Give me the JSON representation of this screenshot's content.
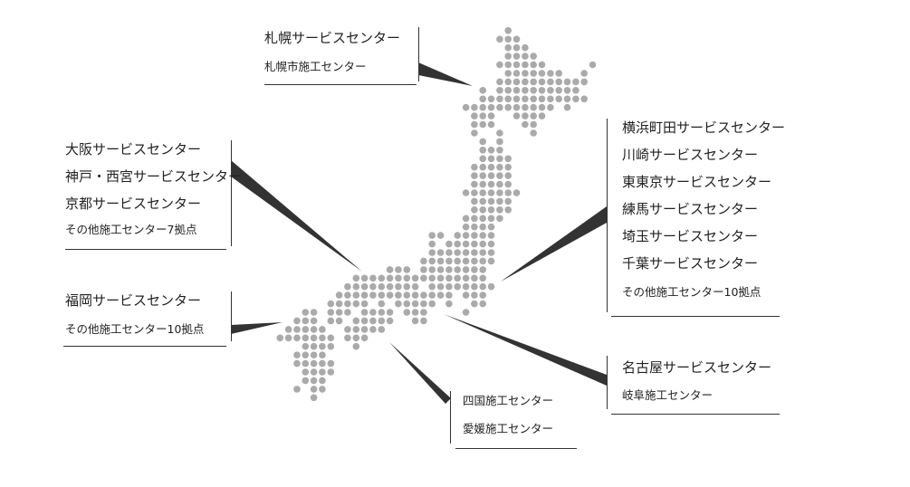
{
  "map": {
    "dot_color": "#aaaaaa",
    "leader_color": "#333333",
    "dot_rows": [
      {
        "r": -16,
        "cols": [
          [
            27,
            27
          ]
        ]
      },
      {
        "r": -15,
        "cols": [
          [
            26,
            28
          ]
        ]
      },
      {
        "r": -14,
        "cols": [
          [
            27,
            29
          ]
        ]
      },
      {
        "r": -13,
        "cols": [
          [
            27,
            30
          ]
        ]
      },
      {
        "r": -12,
        "cols": [
          [
            26,
            31
          ],
          [
            37,
            37
          ]
        ]
      },
      {
        "r": -11,
        "cols": [
          [
            27,
            33
          ],
          [
            36,
            36
          ]
        ]
      },
      {
        "r": -10,
        "cols": [
          [
            26,
            36
          ]
        ]
      },
      {
        "r": -9,
        "cols": [
          [
            24,
            24
          ],
          [
            26,
            35
          ]
        ]
      },
      {
        "r": -8,
        "cols": [
          [
            24,
            36
          ]
        ]
      },
      {
        "r": -7,
        "cols": [
          [
            22,
            32
          ],
          [
            34,
            34
          ]
        ]
      },
      {
        "r": -6,
        "cols": [
          [
            23,
            25
          ],
          [
            28,
            31
          ]
        ]
      },
      {
        "r": -5,
        "cols": [
          [
            23,
            25
          ],
          [
            29,
            30
          ]
        ]
      },
      {
        "r": -4,
        "cols": [
          [
            23,
            23
          ],
          [
            26,
            26
          ],
          [
            30,
            30
          ]
        ]
      },
      {
        "r": -3,
        "cols": [
          [
            24,
            24
          ],
          [
            26,
            26
          ]
        ]
      },
      {
        "r": -2,
        "cols": [
          [
            24,
            26
          ]
        ]
      },
      {
        "r": -1,
        "cols": [
          [
            24,
            27
          ]
        ]
      },
      {
        "r": 0,
        "cols": [
          [
            23,
            27
          ]
        ]
      },
      {
        "r": 1,
        "cols": [
          [
            23,
            27
          ]
        ]
      },
      {
        "r": 2,
        "cols": [
          [
            23,
            27
          ]
        ]
      },
      {
        "r": 3,
        "cols": [
          [
            22,
            28
          ]
        ]
      },
      {
        "r": 4,
        "cols": [
          [
            23,
            27
          ]
        ]
      },
      {
        "r": 5,
        "cols": [
          [
            23,
            27
          ]
        ]
      },
      {
        "r": 6,
        "cols": [
          [
            22,
            26
          ]
        ]
      },
      {
        "r": 7,
        "cols": [
          [
            22,
            25
          ]
        ]
      },
      {
        "r": 8,
        "cols": [
          [
            18,
            19
          ],
          [
            21,
            25
          ]
        ]
      },
      {
        "r": 9,
        "cols": [
          [
            18,
            18
          ],
          [
            20,
            25
          ]
        ]
      },
      {
        "r": 10,
        "cols": [
          [
            18,
            25
          ]
        ]
      },
      {
        "r": 11,
        "cols": [
          [
            17,
            25
          ]
        ]
      },
      {
        "r": 12,
        "cols": [
          [
            13,
            15
          ],
          [
            17,
            24
          ]
        ]
      },
      {
        "r": 13,
        "cols": [
          [
            9,
            24
          ]
        ]
      },
      {
        "r": 14,
        "cols": [
          [
            8,
            16
          ],
          [
            18,
            25
          ]
        ]
      },
      {
        "r": 15,
        "cols": [
          [
            7,
            20
          ],
          [
            22,
            24
          ]
        ]
      },
      {
        "r": 16,
        "cols": [
          [
            6,
            10
          ],
          [
            12,
            12
          ],
          [
            14,
            18
          ],
          [
            20,
            20
          ],
          [
            23,
            24
          ]
        ]
      },
      {
        "r": 17,
        "cols": [
          [
            3,
            4
          ],
          [
            6,
            8
          ],
          [
            10,
            13
          ],
          [
            15,
            17
          ],
          [
            22,
            22
          ]
        ]
      },
      {
        "r": 18,
        "cols": [
          [
            2,
            4
          ],
          [
            6,
            7
          ],
          [
            9,
            13
          ],
          [
            16,
            17
          ]
        ]
      },
      {
        "r": 19,
        "cols": [
          [
            1,
            5
          ],
          [
            8,
            12
          ]
        ]
      },
      {
        "r": 20,
        "cols": [
          [
            0,
            6
          ],
          [
            8,
            10
          ]
        ]
      },
      {
        "r": 21,
        "cols": [
          [
            3,
            6
          ],
          [
            9,
            9
          ]
        ]
      },
      {
        "r": 22,
        "cols": [
          [
            2,
            5
          ]
        ]
      },
      {
        "r": 23,
        "cols": [
          [
            2,
            6
          ]
        ]
      },
      {
        "r": 24,
        "cols": [
          [
            3,
            6
          ]
        ]
      },
      {
        "r": 25,
        "cols": [
          [
            3,
            5
          ]
        ]
      },
      {
        "r": 26,
        "cols": [
          [
            2,
            2
          ],
          [
            4,
            5
          ]
        ]
      },
      {
        "r": 27,
        "cols": [
          [
            4,
            4
          ]
        ]
      }
    ]
  },
  "regions": {
    "hokkaido": {
      "lines": [
        "札幌サービスセンター",
        "札幌市施工センター"
      ]
    },
    "kansai": {
      "lines": [
        "大阪サービスセンター",
        "神戸・西宮サービスセンター",
        "京都サービスセンター",
        "その他施工センター7拠点"
      ]
    },
    "kyushu": {
      "lines": [
        "福岡サービスセンター",
        "その他施工センター10拠点"
      ]
    },
    "shikoku": {
      "lines": [
        "四国施工センター",
        "愛媛施工センター"
      ]
    },
    "kanto": {
      "lines": [
        "横浜町田サービスセンター",
        "川崎サービスセンター",
        "東東京サービスセンター",
        "練馬サービスセンター",
        "埼玉サービスセンター",
        "千葉サービスセンター",
        "その他施工センター10拠点"
      ]
    },
    "chubu": {
      "lines": [
        "名古屋サービスセンター",
        "岐阜施工センター"
      ]
    }
  }
}
